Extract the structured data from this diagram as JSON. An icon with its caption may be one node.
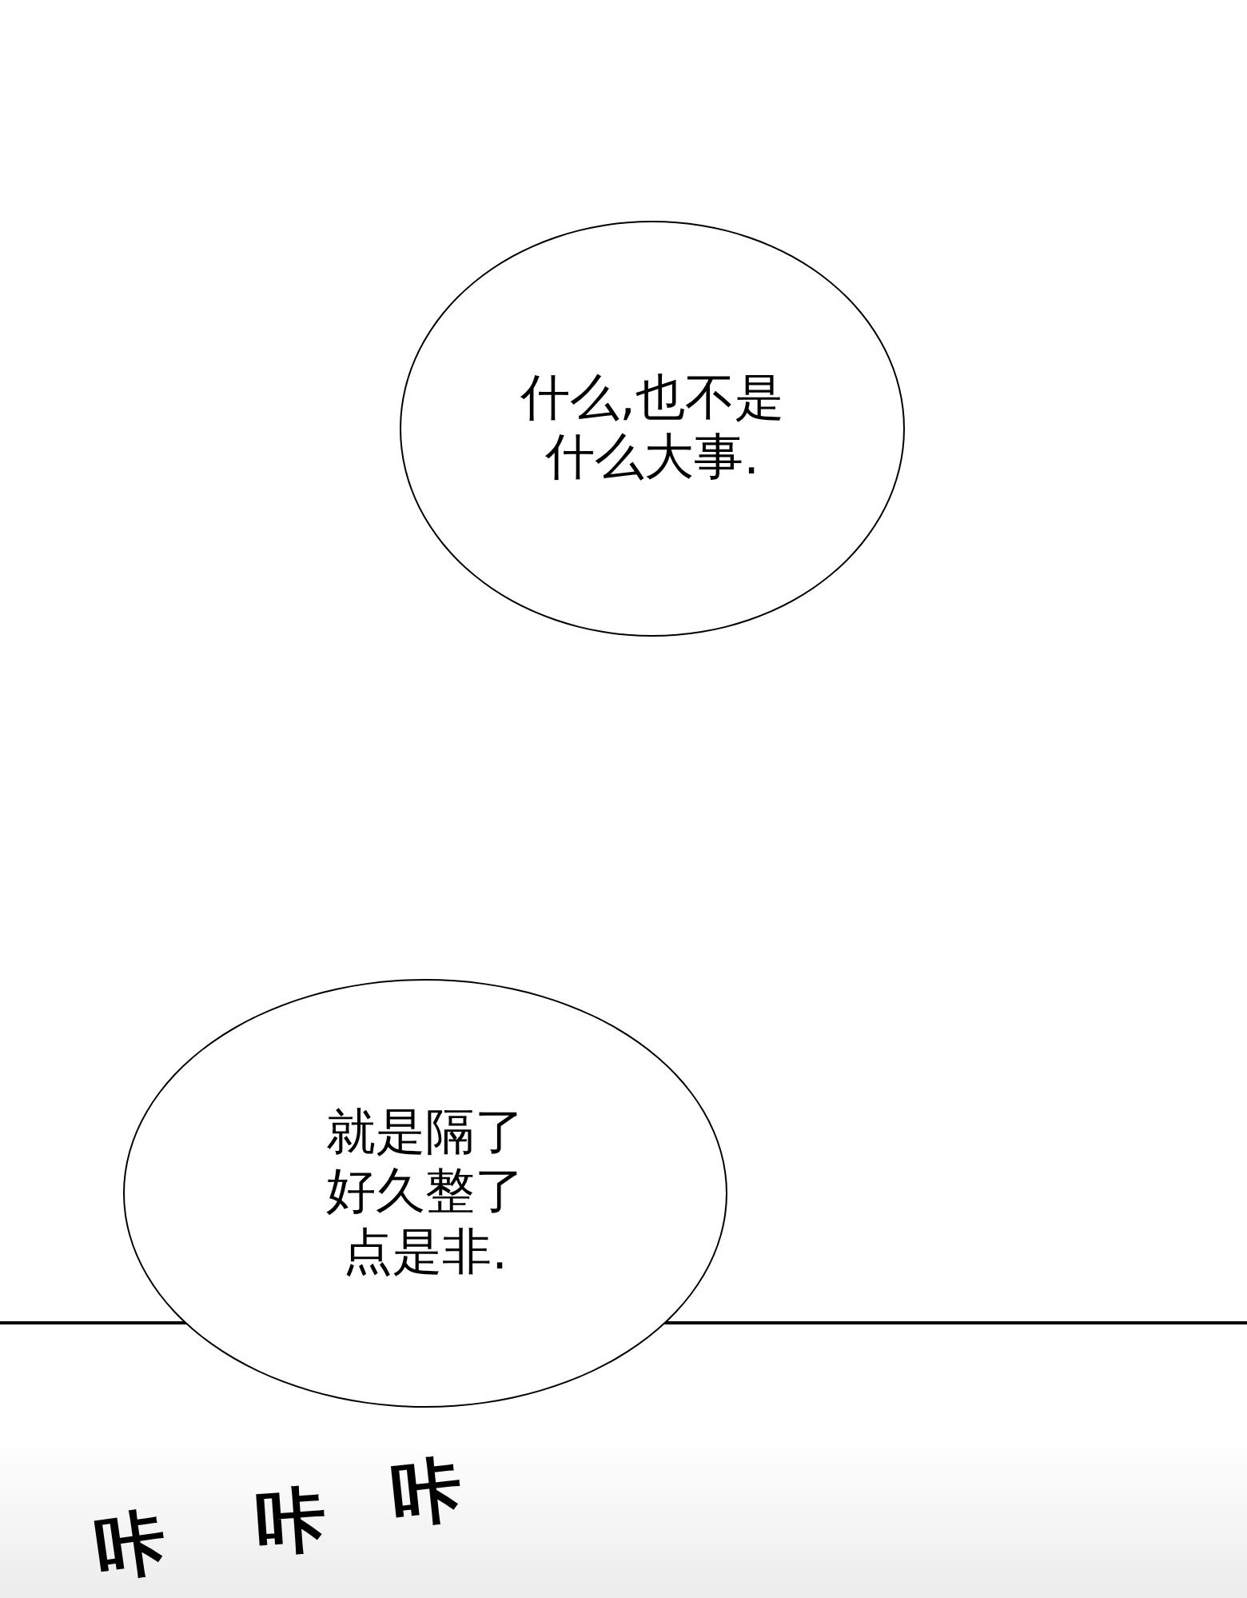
{
  "diagram": {
    "nodes": [
      {
        "text": [
          "什么,也不是什么大事."
        ]
      },
      {
        "text": [
          "就是隔了好久整了点是非."
        ]
      }
    ],
    "edges": [],
    "labels": [
      "咔",
      "咔",
      "咔"
    ]
  }
}
